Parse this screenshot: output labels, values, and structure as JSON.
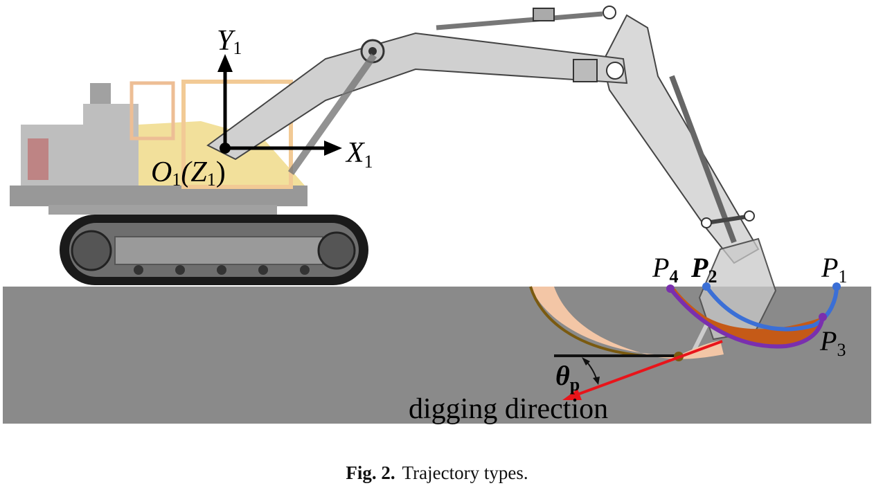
{
  "axes": {
    "y_label": "Y",
    "y_sub": "1",
    "x_label": "X",
    "x_sub": "1",
    "origin_label": "O",
    "origin_sub1": "1",
    "origin_mid": "(Z",
    "origin_sub2": "1",
    "origin_close": ")"
  },
  "points": [
    {
      "name": "P",
      "sub": "1"
    },
    {
      "name": "P",
      "sub": "2"
    },
    {
      "name": "P",
      "sub": "3"
    },
    {
      "name": "P",
      "sub": "4"
    }
  ],
  "theta": {
    "symbol": "θ",
    "sub": "p"
  },
  "digging_direction": "digging direction",
  "caption": {
    "fig_label": "Fig. 2.",
    "text": "Trajectory types."
  },
  "colors": {
    "ground": "#8a8a8a",
    "blue_trajectory": "#3b6fd6",
    "purple_trajectory": "#7a2fae",
    "orange_fill": "#c55a17",
    "peach_fill": "#f3c6a6",
    "arrow_red": "#e8141a",
    "excavator_yellow": "#e8c84a",
    "arm_gray": "#d9d9d9"
  }
}
